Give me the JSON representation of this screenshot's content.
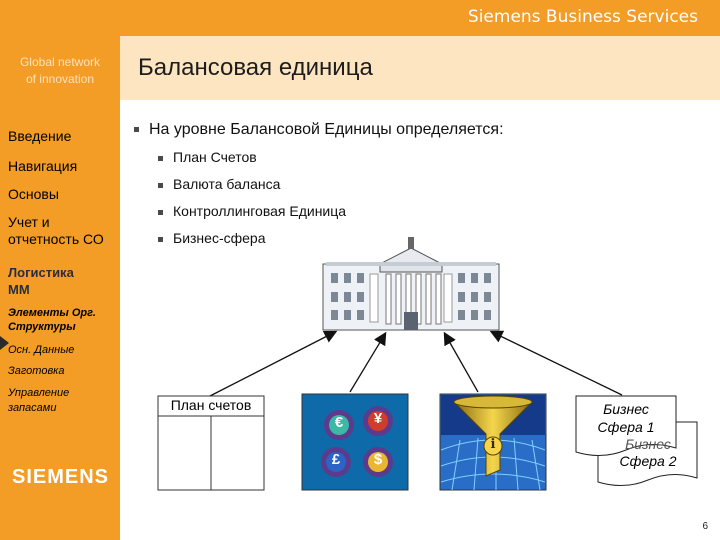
{
  "header": {
    "brand": "Siemens Business Services"
  },
  "sidebar": {
    "tagline_line1": "Global network",
    "tagline_line2": "of innovation",
    "items": [
      {
        "label": "Введение"
      },
      {
        "label": "Навигация"
      },
      {
        "label": "Основы"
      },
      {
        "label_line1": "Учет и",
        "label_line2": "отчетность СО"
      },
      {
        "label_line1": "Логистика",
        "label_line2": "ММ"
      },
      {
        "label_line1": "Элементы Орг.",
        "label_line2": "Структуры"
      },
      {
        "label": "Осн. Данные"
      },
      {
        "label": "Заготовка"
      },
      {
        "label_line1": "Управление",
        "label_line2": "запасами"
      }
    ],
    "logo": "SIEMENS"
  },
  "main": {
    "title": "Балансовая единица",
    "intro": "На уровне Балансовой Единицы определяется:",
    "bullets": [
      "План Счетов",
      "Валюта баланса",
      "Контроллинговая Единица",
      "Бизнес-сфера"
    ],
    "plan_label": "План счетов",
    "currency_symbols": [
      "€",
      "¥",
      "£",
      "$"
    ],
    "info_symbol": "i",
    "biz1_line1": "Бизнес",
    "biz1_line2": "Сфера 1",
    "biz2_line1": "Бизнес",
    "biz2_line2": "Сфера 2"
  },
  "page_number": "6",
  "colors": {
    "accent": "#f39c26",
    "title_band": "#fde5c2",
    "globe_blue": "#1f9ad6",
    "currency_bg": "#0e6aa8",
    "currency_icon": "#5c3b8c"
  }
}
